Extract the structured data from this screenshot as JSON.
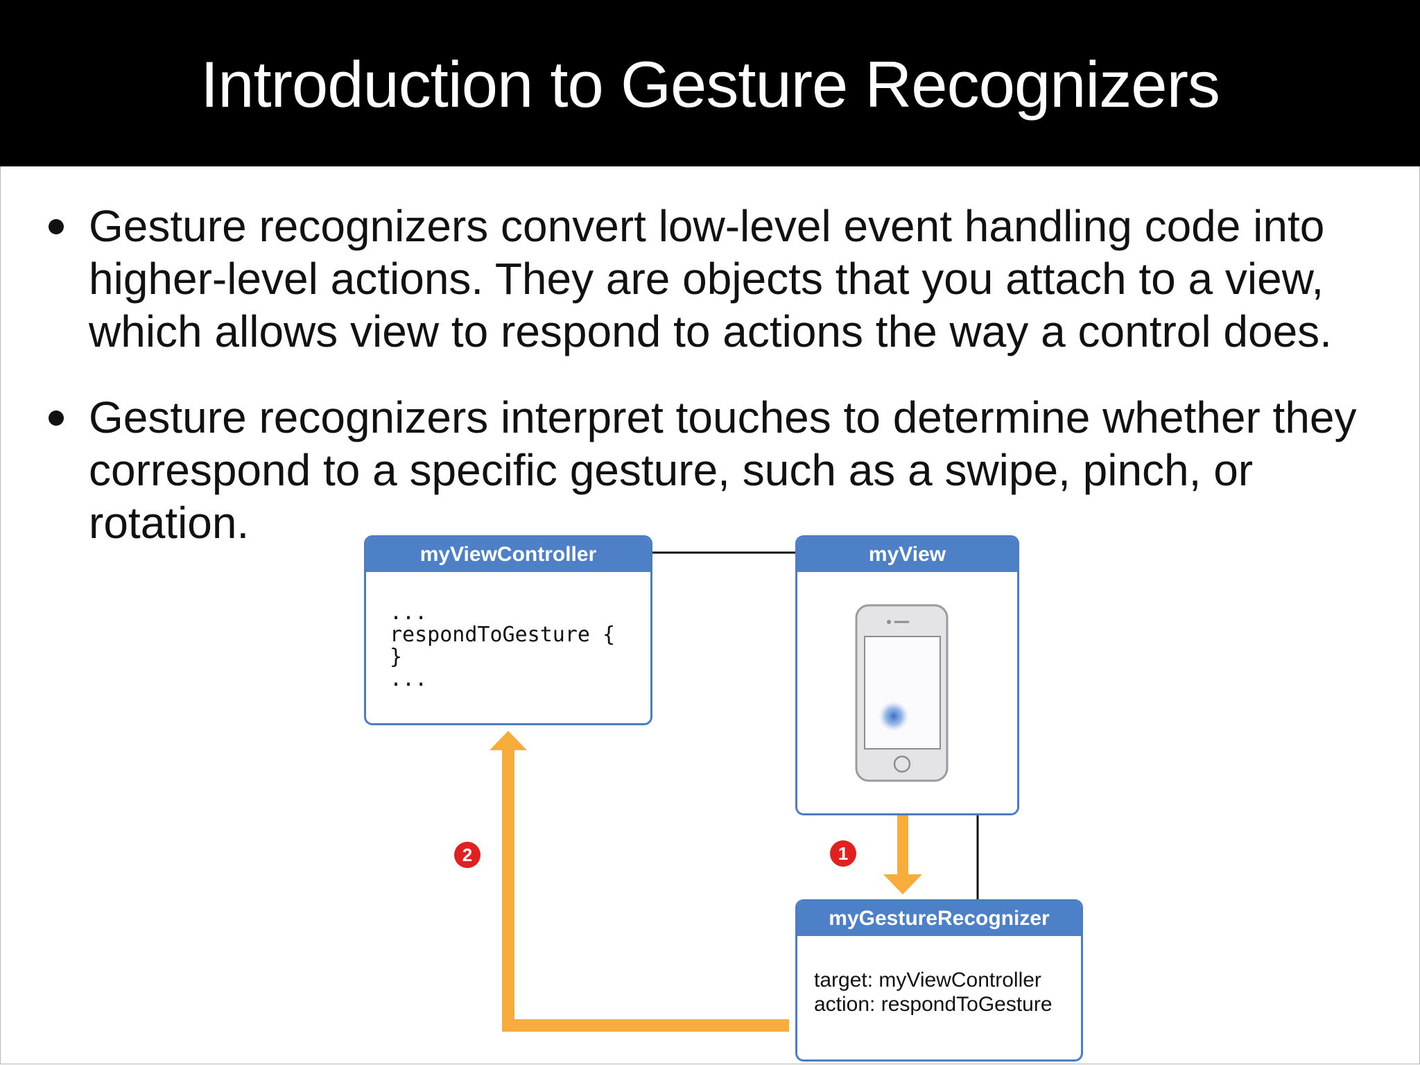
{
  "header": {
    "title": "Introduction to Gesture Recognizers"
  },
  "bullets": [
    {
      "lines": [
        "Gesture recognizers convert low-level event handling code into",
        "higher-level actions. They are objects that you attach to a view,",
        "which allows view to respond to actions the way a control does."
      ]
    },
    {
      "lines": [
        "Gesture recognizers interpret touches to determine whether they",
        "correspond to a specific gesture, such as a swipe, pinch, or",
        "rotation."
      ]
    }
  ],
  "diagram": {
    "view_controller": {
      "title": "myViewController",
      "code": [
        "...",
        "respondToGesture {",
        "}",
        "..."
      ]
    },
    "view": {
      "title": "myView",
      "device_icon": "iphone-icon",
      "touch_icon": "touch-point-icon"
    },
    "gesture_recognizer": {
      "title": "myGestureRecognizer",
      "target_line": "target: myViewController",
      "action_line": "action: respondToGesture"
    },
    "steps": [
      {
        "label": "1"
      },
      {
        "label": "2"
      }
    ],
    "colors": {
      "box_header": "#4d80c6",
      "box_border": "#4a7ec4",
      "arrow": "#f6ad3c",
      "step_badge": "#e0211f",
      "connector": "#111111"
    }
  }
}
